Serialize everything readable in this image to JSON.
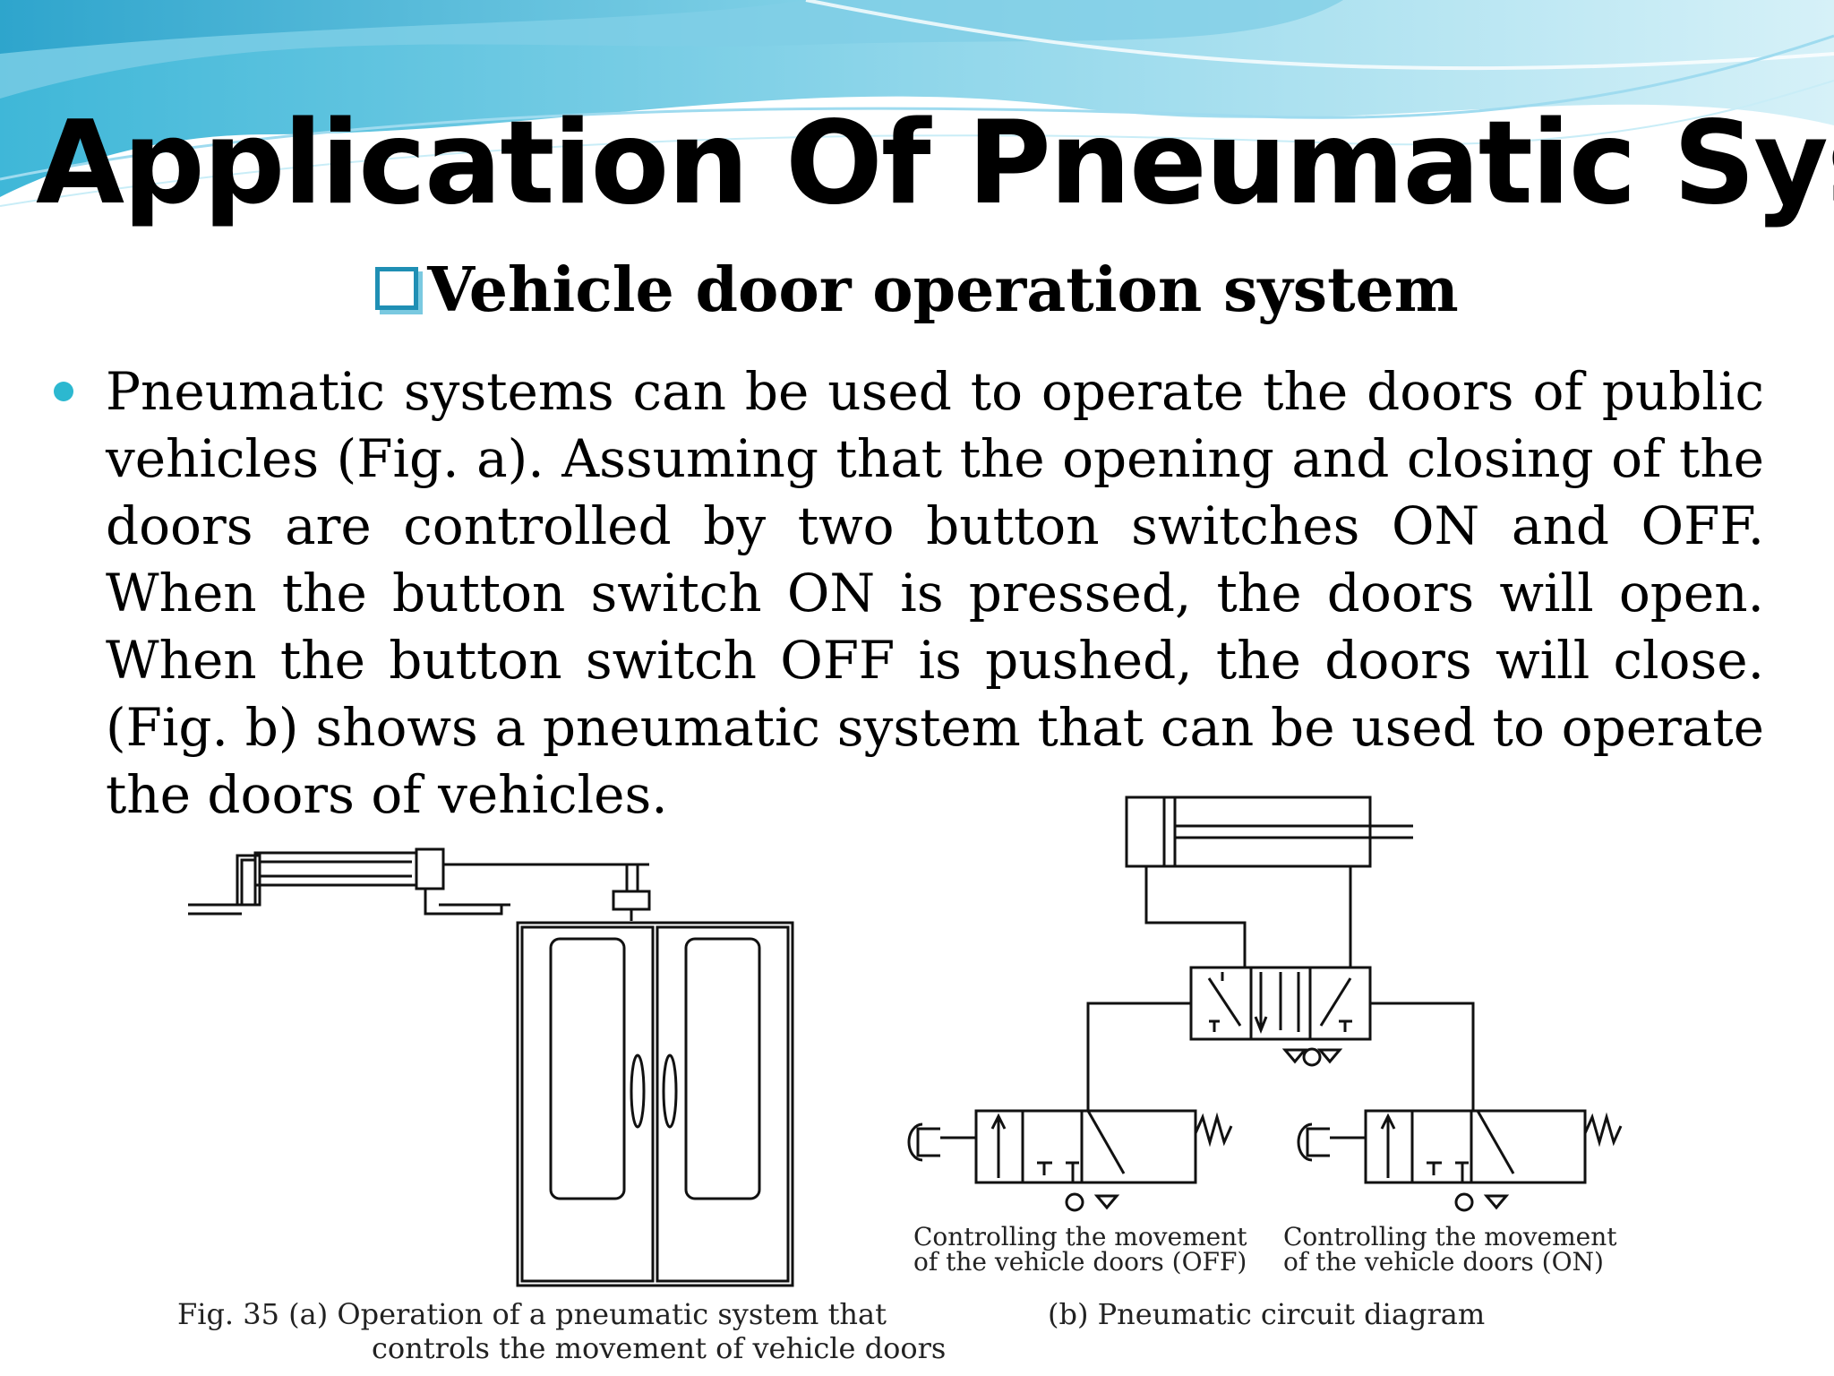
{
  "slide": {
    "title": "Application Of Pneumatic Systems",
    "subtitle": "Vehicle door operation system",
    "paragraph": "Pneumatic systems can be used to operate the doors of public vehicles (Fig. a). Assuming that the opening and closing of the doors are controlled by two button switches ON and OFF. When the button switch ON is pressed, the doors will open. When the button switch OFF is pushed, the doors will close. (Fig. b) shows a pneumatic system that can be used to operate the doors of vehicles."
  },
  "figure": {
    "caption_a_line1": "Fig. 35 (a) Operation of a pneumatic system that",
    "caption_a_line2": "controls the movement of vehicle doors",
    "caption_b": "(b) Pneumatic circuit diagram",
    "label_off_line1": "Controlling the movement",
    "label_off_line2": "of the vehicle doors (OFF)",
    "label_on_line1": "Controlling the movement",
    "label_on_line2": "of the vehicle doors (ON)"
  },
  "colors": {
    "bullet": "#2cb8d0",
    "wave_light": "#b9e6f2",
    "wave_mid": "#6fc8e2",
    "wave_dark": "#2aa9cf"
  }
}
